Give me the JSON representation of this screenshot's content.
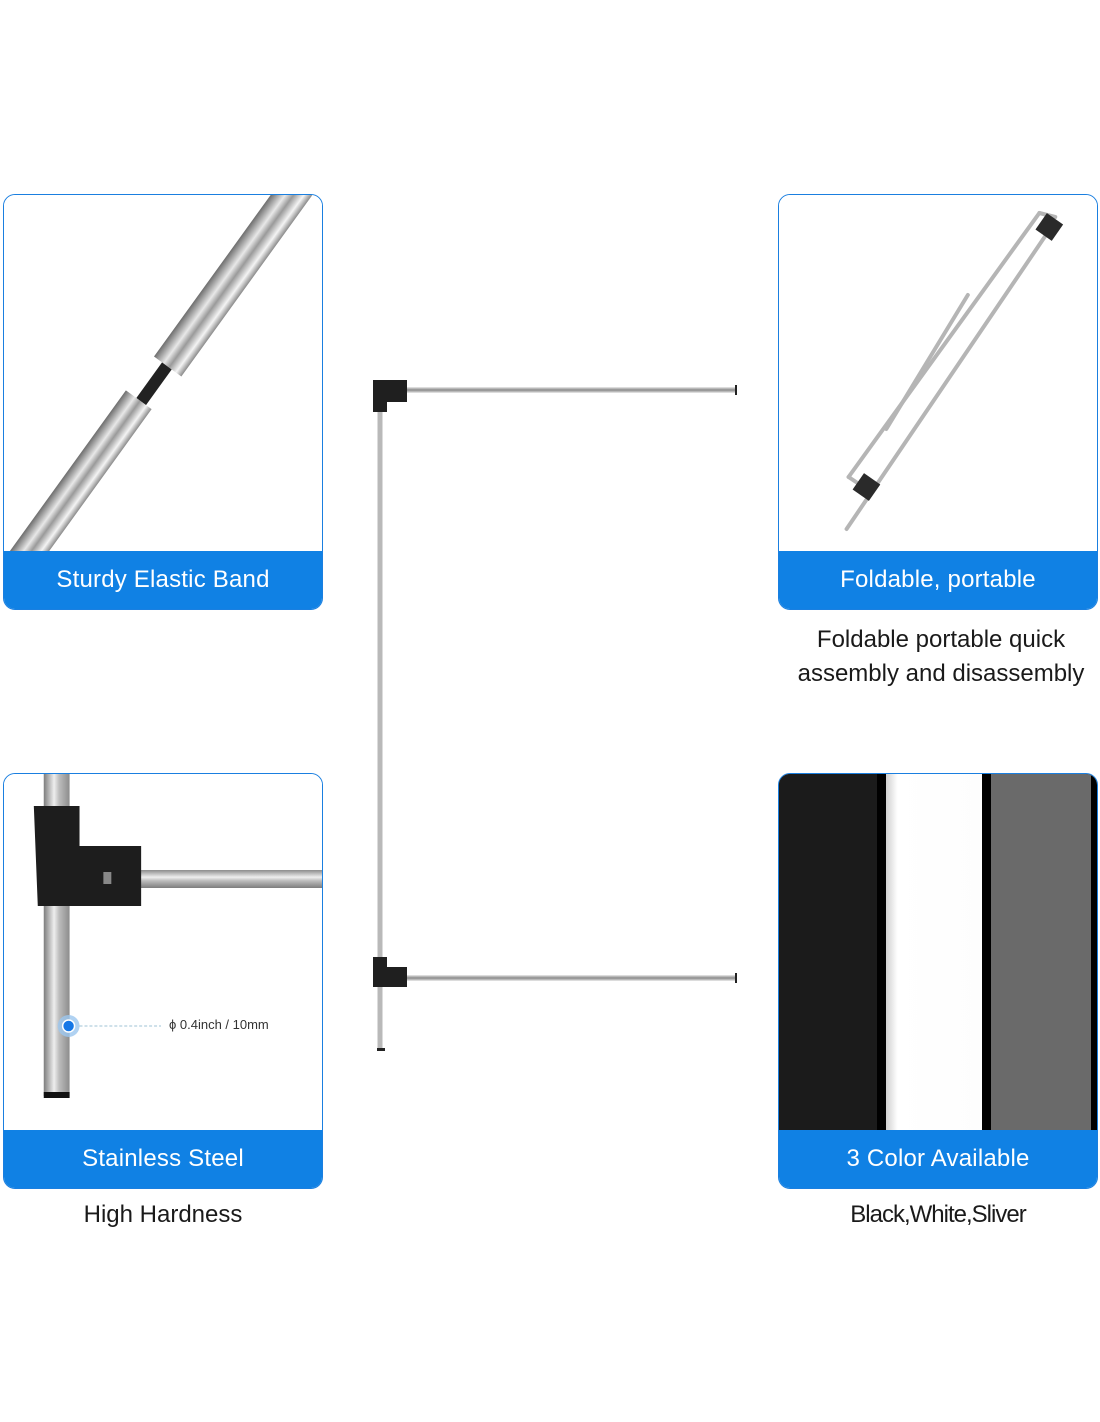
{
  "features": {
    "elastic": {
      "title": "Sturdy Elastic Band"
    },
    "foldable": {
      "title": "Foldable, portable",
      "caption": "Foldable portable quick assembly and disassembly"
    },
    "steel": {
      "title": "Stainless Steel",
      "caption": "High Hardness",
      "dimension": "ϕ 0.4inch / 10mm"
    },
    "colors": {
      "title": "3 Color Available",
      "caption": "Black,White,Sliver",
      "swatches": [
        {
          "name": "Black",
          "color": "#1b1b1b"
        },
        {
          "name": "White",
          "color": "#fdfdfd"
        },
        {
          "name": "Silver",
          "color": "#6a6a6a"
        }
      ]
    }
  },
  "colors": {
    "accent": "#1081e4",
    "border": "#1a7fe0",
    "dot": "#1677e6"
  }
}
